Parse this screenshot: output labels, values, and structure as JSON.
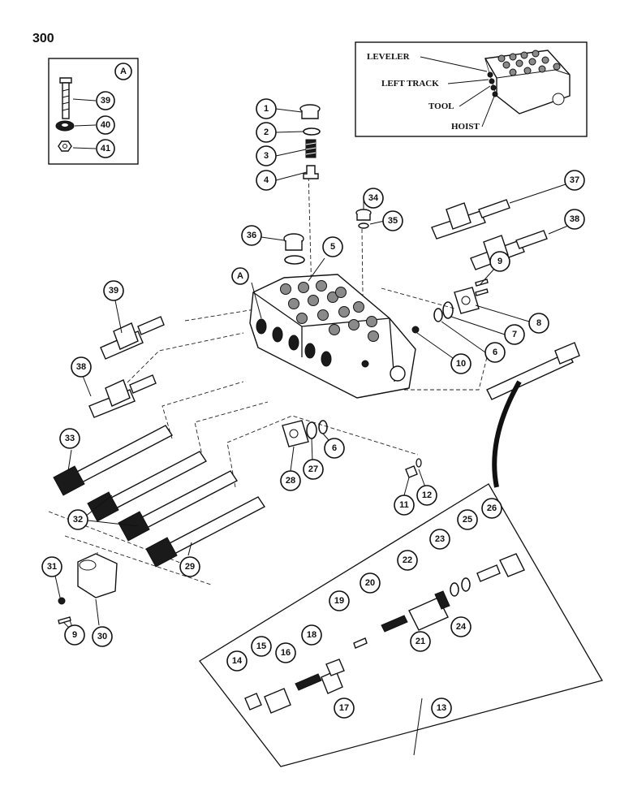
{
  "page_number": "300",
  "detail_box": {
    "id": "A",
    "callouts": [
      "39",
      "40",
      "41"
    ]
  },
  "inset": {
    "labels": [
      "LEVELER",
      "LEFT TRACK",
      "TOOL",
      "HOIST"
    ]
  },
  "block_callout": "A",
  "callouts": [
    {
      "id": "c1",
      "text": "1"
    },
    {
      "id": "c2",
      "text": "2"
    },
    {
      "id": "c3",
      "text": "3"
    },
    {
      "id": "c4",
      "text": "4"
    },
    {
      "id": "c5",
      "text": "5"
    },
    {
      "id": "c6a",
      "text": "6"
    },
    {
      "id": "c6b",
      "text": "6"
    },
    {
      "id": "c7",
      "text": "7"
    },
    {
      "id": "c8",
      "text": "8"
    },
    {
      "id": "c9a",
      "text": "9"
    },
    {
      "id": "c9b",
      "text": "9"
    },
    {
      "id": "c10",
      "text": "10"
    },
    {
      "id": "c11",
      "text": "11"
    },
    {
      "id": "c12",
      "text": "12"
    },
    {
      "id": "c13",
      "text": "13"
    },
    {
      "id": "c14",
      "text": "14"
    },
    {
      "id": "c15",
      "text": "15"
    },
    {
      "id": "c16",
      "text": "16"
    },
    {
      "id": "c17",
      "text": "17"
    },
    {
      "id": "c18",
      "text": "18"
    },
    {
      "id": "c19",
      "text": "19"
    },
    {
      "id": "c20",
      "text": "20"
    },
    {
      "id": "c21",
      "text": "21"
    },
    {
      "id": "c22",
      "text": "22"
    },
    {
      "id": "c23",
      "text": "23"
    },
    {
      "id": "c24",
      "text": "24"
    },
    {
      "id": "c25",
      "text": "25"
    },
    {
      "id": "c26",
      "text": "26"
    },
    {
      "id": "c27",
      "text": "27"
    },
    {
      "id": "c28",
      "text": "28"
    },
    {
      "id": "c29",
      "text": "29"
    },
    {
      "id": "c30",
      "text": "30"
    },
    {
      "id": "c31",
      "text": "31"
    },
    {
      "id": "c32",
      "text": "32"
    },
    {
      "id": "c33",
      "text": "33"
    },
    {
      "id": "c34",
      "text": "34"
    },
    {
      "id": "c35",
      "text": "35"
    },
    {
      "id": "c36",
      "text": "36"
    },
    {
      "id": "c37",
      "text": "37"
    },
    {
      "id": "c38a",
      "text": "38"
    },
    {
      "id": "c38b",
      "text": "38"
    },
    {
      "id": "c39",
      "text": "39"
    }
  ]
}
